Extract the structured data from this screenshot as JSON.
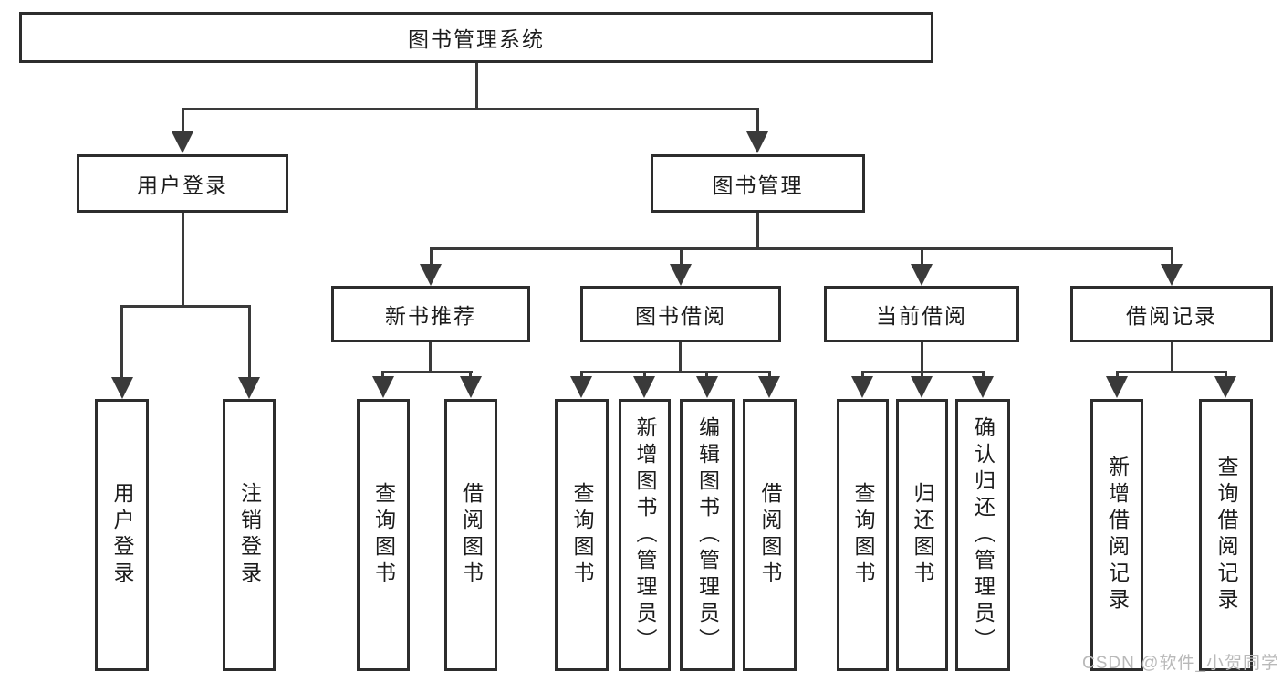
{
  "diagram": {
    "root": "图书管理系统",
    "level2": [
      "用户登录",
      "图书管理"
    ],
    "level3": [
      "新书推荐",
      "图书借阅",
      "当前借阅",
      "借阅记录"
    ],
    "leaves": {
      "user_login": [
        "用户登录",
        "注销登录"
      ],
      "new_books": [
        "查询图书",
        "借阅图书"
      ],
      "book_borrow": [
        "查询图书",
        "新增图书（管理员）",
        "编辑图书（管理员）",
        "借阅图书"
      ],
      "current_borrow": [
        "查询图书",
        "归还图书",
        "确认归还（管理员）"
      ],
      "borrow_records": [
        "新增借阅记录",
        "查询借阅记录"
      ]
    }
  },
  "watermark": "CSDN @软件_小贺同学",
  "colors": {
    "line": "#3a3a3a",
    "border": "#2d2d2d",
    "text": "#1c1c1c",
    "background": "#ffffff",
    "watermark": "#b9b9b9"
  }
}
